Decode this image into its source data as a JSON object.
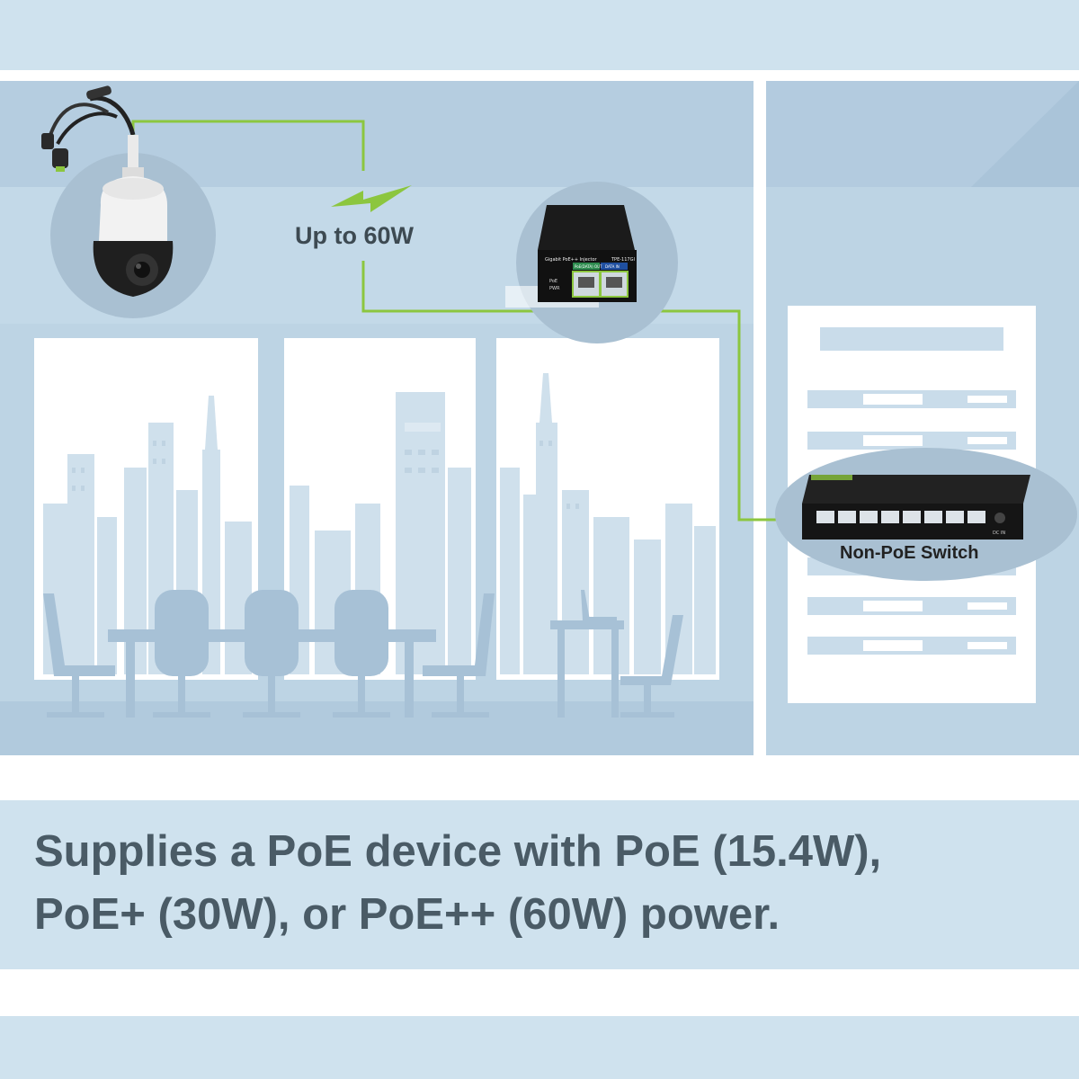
{
  "diagram": {
    "power_label": "Up to 60W",
    "switch_label": "Non-PoE Switch",
    "caption_line1": "Supplies a PoE device with PoE  (15.4W),",
    "caption_line2": "PoE+ (30W), or PoE++ (60W) power.",
    "injector": {
      "header": "Gigabit PoE++ Injector",
      "model": "TPE-117GI",
      "port_out": "PoE(DATA) OUT",
      "port_in": "DATA IN",
      "led_poe": "PoE",
      "led_pwr": "PWR"
    },
    "switch_power_port": "DC IN"
  },
  "colors": {
    "background_light": "#d3e4ef",
    "background_mid": "#bcd3e3",
    "cable_green": "#8cc63f",
    "caption_text": "#4a5b66",
    "device_black": "#111111"
  },
  "icons": [
    "ptz-camera-icon",
    "lightning-bolt-icon",
    "poe-injector-icon",
    "network-switch-icon",
    "city-skyline-icon",
    "office-chair-icon",
    "server-rack-icon"
  ]
}
